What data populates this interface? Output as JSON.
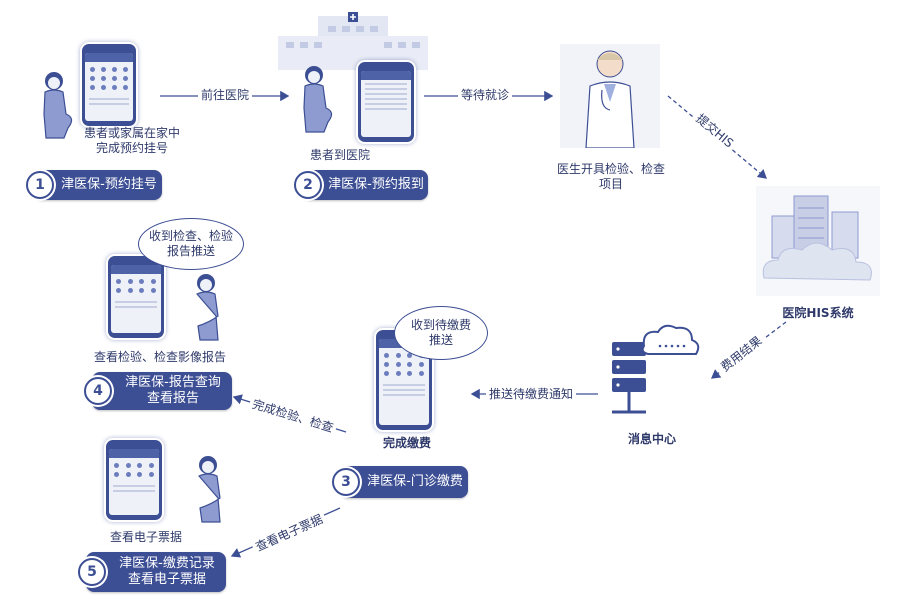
{
  "nodes": {
    "patient_home": "患者或家属在家中",
    "patient_home_2": "完成预约挂号",
    "patient_hospital": "患者到医院",
    "doctor_1": "医生开具检验、检查",
    "doctor_2": "项目",
    "his": "医院HIS系统",
    "message_center": "消息中心",
    "payment_done": "完成缴费",
    "view_report": "查看检验、检查影像报告",
    "view_receipt": "查看电子票据"
  },
  "bubbles": {
    "report_push_1": "收到检查、检验",
    "report_push_2": "报告推送",
    "payment_push_1": "收到待缴费",
    "payment_push_2": "推送"
  },
  "edges": {
    "go_hospital": "前往医院",
    "wait": "等待就诊",
    "submit_his": "提交HIS",
    "fee_result": "费用结果",
    "push_payment": "推送待缴费通知",
    "complete_check": "完成检验、检查",
    "view_receipt_edge": "查看电子票据"
  },
  "steps": [
    {
      "num": "1",
      "line1": "津医保-预约挂号",
      "line2": ""
    },
    {
      "num": "2",
      "line1": "津医保-预约报到",
      "line2": ""
    },
    {
      "num": "3",
      "line1": "津医保-门诊缴费",
      "line2": ""
    },
    {
      "num": "4",
      "line1": "津医保-报告查询",
      "line2": "查看报告"
    },
    {
      "num": "5",
      "line1": "津医保-缴费记录",
      "line2": "查看电子票据"
    }
  ],
  "colors": {
    "primary": "#3d4f94",
    "text": "#2f3a6b",
    "cloud": "#dfe4f1"
  },
  "icons": [
    "phone-icon",
    "pregnant-patient-icon",
    "hospital-building-icon",
    "doctor-icon",
    "server-cloud-icon",
    "message-server-icon"
  ]
}
